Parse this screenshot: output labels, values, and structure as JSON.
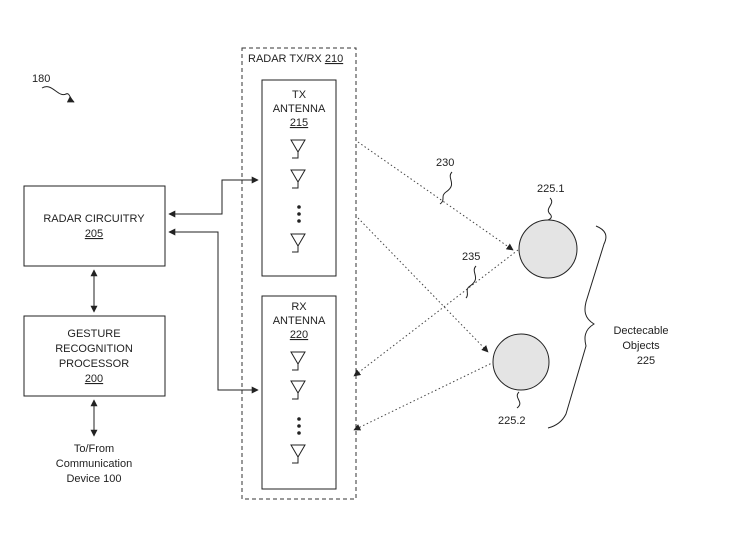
{
  "figure_ref": "180",
  "radar_txrx": {
    "title": "RADAR TX/RX",
    "ref": "210"
  },
  "tx_antenna": {
    "line1": "TX",
    "line2": "ANTENNA",
    "ref": "215"
  },
  "rx_antenna": {
    "line1": "RX",
    "line2": "ANTENNA",
    "ref": "220"
  },
  "radar_circuitry": {
    "line1": "RADAR CIRCUITRY",
    "ref": "205"
  },
  "gesture_processor": {
    "line1": "GESTURE",
    "line2": "RECOGNITION",
    "line3": "PROCESSOR",
    "ref": "200"
  },
  "comm_device": {
    "line1": "To/From",
    "line2": "Communication",
    "line3": "Device 100"
  },
  "signal_labels": {
    "transmit": "230",
    "reflect": "235"
  },
  "objects": {
    "object1_ref": "225.1",
    "object2_ref": "225.2",
    "group_line1": "Dectecable",
    "group_line2": "Objects",
    "group_ref": "225"
  }
}
